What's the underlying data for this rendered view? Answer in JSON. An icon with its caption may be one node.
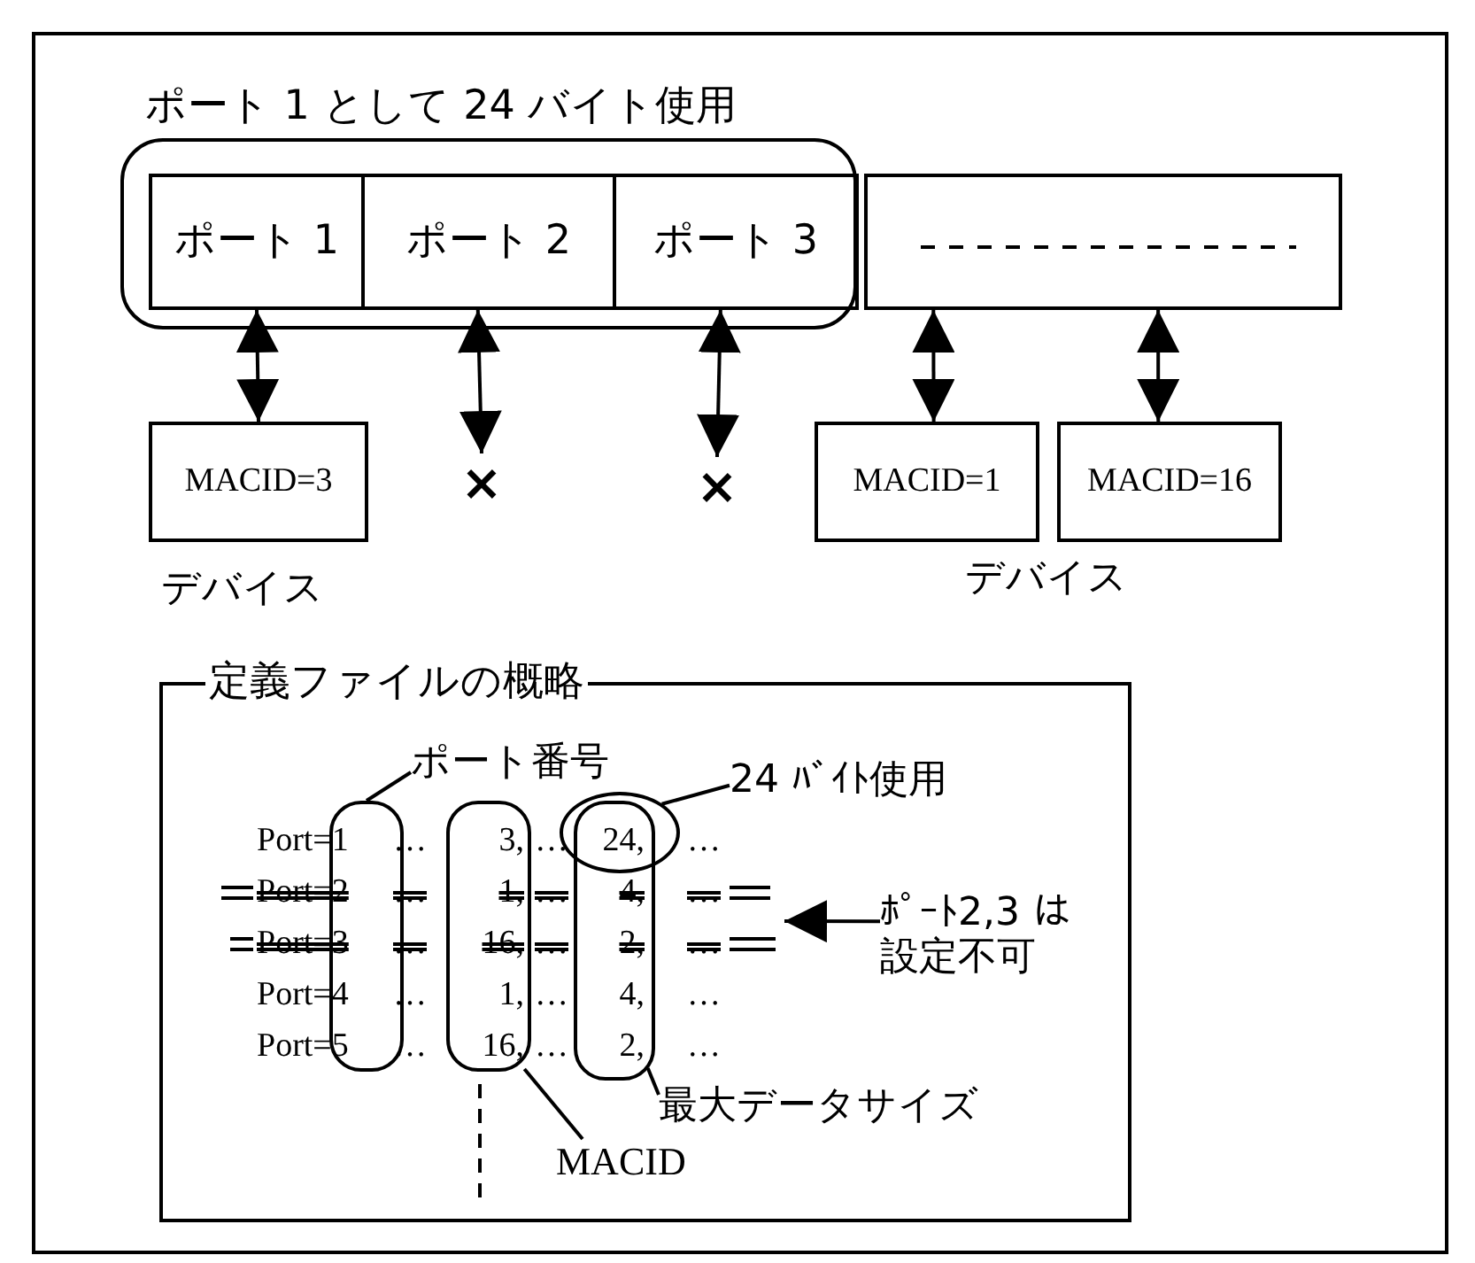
{
  "diagram": {
    "nodes": [
      {
        "text": [
          "ポート 1 として 24 バイト使用"
        ]
      },
      {
        "text": [
          "ポート 1"
        ],
        "in": 0
      },
      {
        "text": [
          "ポート 2"
        ],
        "in": 0
      },
      {
        "text": [
          "ポート 3"
        ],
        "in": 0
      },
      {
        "text": [],
        "shape": "box"
      },
      {
        "text": [
          "MACID=3"
        ],
        "beside": [
          "デバイス"
        ]
      },
      {
        "text": [
          "×"
        ]
      },
      {
        "text": [
          "×"
        ]
      },
      {
        "text": [
          "MACID=1"
        ]
      },
      {
        "text": [
          "MACID=16"
        ]
      },
      {
        "text": [
          "定義ファイルの概略"
        ]
      },
      {
        "text": [
          "ポート番号"
        ],
        "in": 10
      },
      {
        "text": [
          "24 ﾊﾞｲﾄ使用"
        ],
        "in": 10
      },
      {
        "text": [],
        "shape": "oval",
        "in": 10
      },
      {
        "text": [],
        "shape": "oval",
        "in": 10
      },
      {
        "text": [],
        "shape": "circle",
        "in": 10
      },
      {
        "text": [],
        "shape": "oval",
        "in": 10
      },
      {
        "text": [
          "ﾎﾟｰﾄ2,3 は設定不可"
        ],
        "in": 10
      },
      {
        "text": [
          "最大データサイズ"
        ],
        "in": 10
      },
      {
        "text": [
          "MACID"
        ],
        "in": 10
      }
    ],
    "edges": [
      {
        "from": 1,
        "to": 5,
        "arrow": "both"
      },
      {
        "from": 2,
        "to": 6,
        "arrow": "both"
      },
      {
        "from": 3,
        "to": 7,
        "arrow": "both"
      },
      {
        "from": 4,
        "to": 8,
        "arrow": "both"
      },
      {
        "from": 4,
        "to": 9,
        "arrow": "both"
      },
      {
        "from": 11,
        "to": 13,
        "arrow": "none"
      },
      {
        "from": 12,
        "to": 15,
        "arrow": "none"
      },
      {
        "from": 18,
        "to": 16,
        "arrow": "none"
      },
      {
        "from": 19,
        "to": 14,
        "arrow": "none"
      },
      {
        "from": 17,
        "to": null,
        "arrow": "to"
      }
    ],
    "labels": [
      "デバイス",
      "Port=1",
      "…",
      "3,",
      "…",
      "24,",
      "…",
      "Port=2",
      "…",
      "1,",
      "…",
      "4,",
      "…",
      "Port=3",
      "…",
      "16,",
      "…",
      "2,",
      "…",
      "Port=4",
      "…",
      "1,",
      "…",
      "4,",
      "…",
      "Port=5",
      "…",
      "16,",
      "…",
      "2,",
      "…"
    ]
  }
}
